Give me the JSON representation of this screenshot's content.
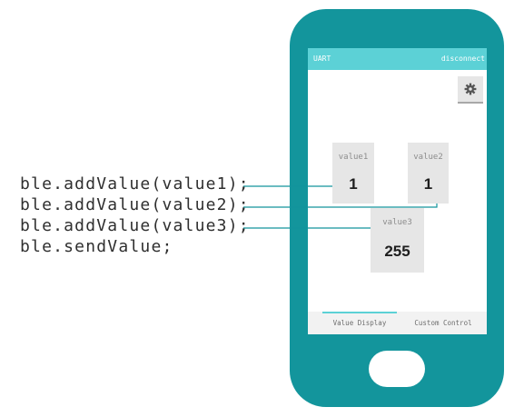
{
  "code": {
    "lines": [
      "ble.addValue(value1);",
      "ble.addValue(value2);",
      "ble.addValue(value3);",
      "ble.sendValue;"
    ]
  },
  "app": {
    "title": "UART",
    "disconnect_label": "disconnect"
  },
  "tiles": [
    {
      "label": "value1",
      "value": "1"
    },
    {
      "label": "value2",
      "value": "1"
    },
    {
      "label": "value3",
      "value": "255"
    }
  ],
  "tabs": [
    {
      "label": "Value Display",
      "active": true
    },
    {
      "label": "Custom Control",
      "active": false
    }
  ],
  "icons": {
    "settings": "gear-icon"
  },
  "colors": {
    "phone_body": "#13959c",
    "app_bar": "#5cd1d6",
    "connector_line": "#13959c",
    "tile_bg": "#e6e6e6"
  }
}
